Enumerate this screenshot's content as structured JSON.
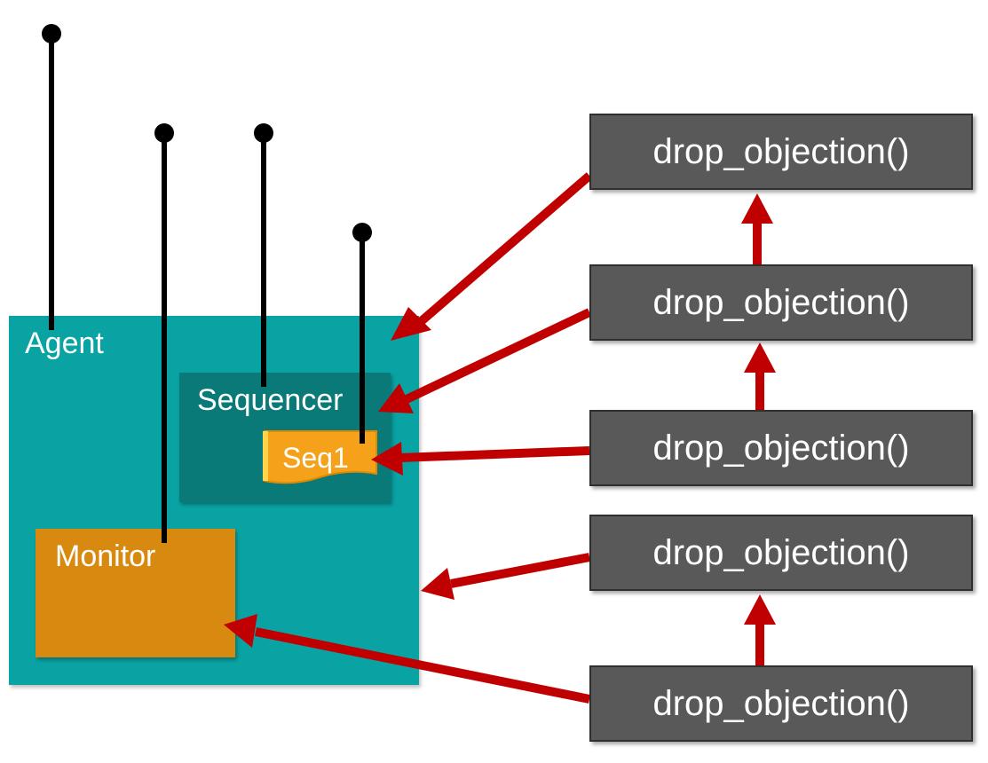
{
  "diagram": {
    "agent": {
      "label": "Agent"
    },
    "sequencer": {
      "label": "Sequencer"
    },
    "sequence": {
      "label": "Seq1"
    },
    "monitor": {
      "label": "Monitor"
    },
    "drop_boxes": [
      {
        "label": "drop_objection()"
      },
      {
        "label": "drop_objection()"
      },
      {
        "label": "drop_objection()"
      },
      {
        "label": "drop_objection()"
      },
      {
        "label": "drop_objection()"
      }
    ]
  },
  "colors": {
    "agent": "#0aa3a3",
    "sequencer": "#0a7a79",
    "monitor": "#d88a10",
    "sequence": "#f5a21a",
    "drop_box": "#595959",
    "arrow": "#c00000",
    "pin": "#000000"
  }
}
